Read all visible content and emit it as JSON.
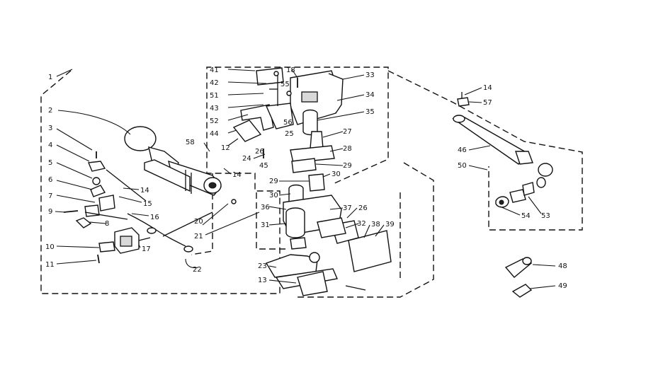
{
  "labels": {
    "l1": "1",
    "l2": "2",
    "l3": "3",
    "l4": "4",
    "l5": "5",
    "l6": "6",
    "l7": "7",
    "l8": "8",
    "l9": "9",
    "l10": "10",
    "l11": "11",
    "l12": "12",
    "l13": "13",
    "l14a": "14",
    "l14b": "14",
    "l14c": "14",
    "l15": "15",
    "l16": "16",
    "l17": "17",
    "l18": "18",
    "l20": "20",
    "l21": "21",
    "l22": "22",
    "l23": "23",
    "l24": "24",
    "l25": "25",
    "l26a": "26",
    "l26b": "26",
    "l27": "27",
    "l28": "28",
    "l29a": "29",
    "l29b": "29",
    "l30a": "30",
    "l30b": "30",
    "l31": "31",
    "l32": "32",
    "l33": "33",
    "l34": "34",
    "l35": "35",
    "l36": "36",
    "l37": "37",
    "l38": "38",
    "l39": "39",
    "l41": "41",
    "l42": "42",
    "l43": "43",
    "l44": "44",
    "l45": "45",
    "l46": "46",
    "l48": "48",
    "l49": "49",
    "l50": "50",
    "l51": "51",
    "l52": "52",
    "l53": "53",
    "l54": "54",
    "l55": "55",
    "l56": "56",
    "l57": "57",
    "l58": "58"
  }
}
